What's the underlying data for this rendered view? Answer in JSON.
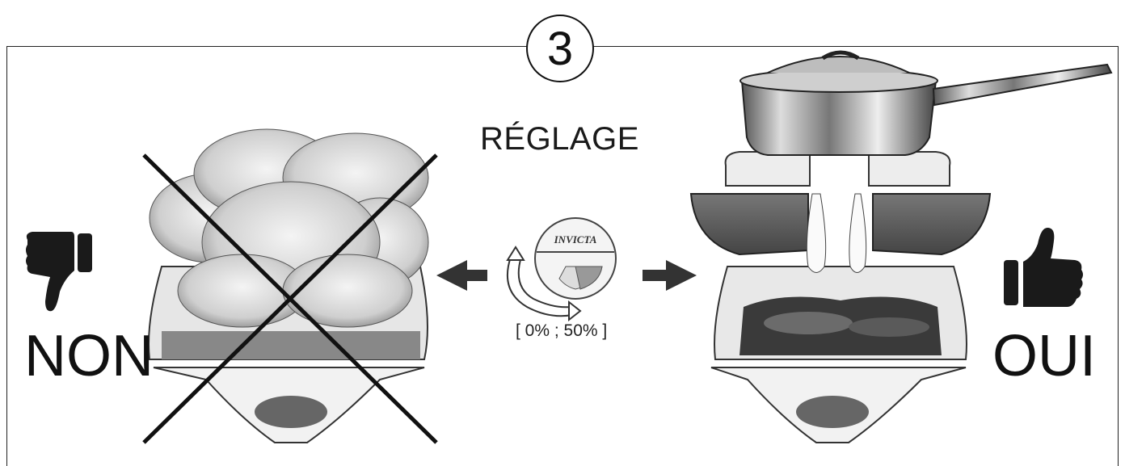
{
  "step": {
    "number": "3"
  },
  "title": "RÉGLAGE",
  "left": {
    "verdict": "NON",
    "icon": "thumbs-down-icon"
  },
  "right": {
    "verdict": "OUI",
    "icon": "thumbs-up-icon"
  },
  "dial": {
    "brand": "INVICTA",
    "range_label": "[ 0% ; 50% ]"
  }
}
